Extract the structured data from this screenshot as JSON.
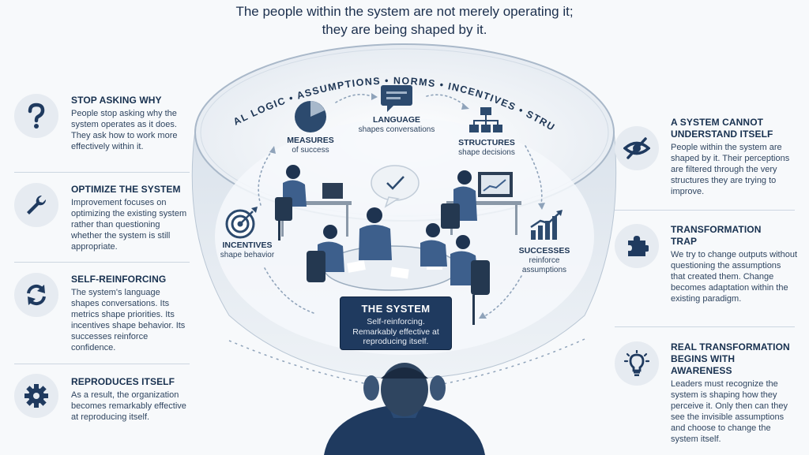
{
  "title": {
    "line1": "The people within the system are not merely operating it;",
    "line2": "they are being shaped by it."
  },
  "ring_label": "INTERNAL LOGIC • ASSUMPTIONS • NORMS • INCENTIVES • STRUCTURES",
  "nodes": {
    "measures": {
      "line1": "MEASURES",
      "line2": "of success"
    },
    "language": {
      "title": "LANGUAGE",
      "subtitle": "shapes conversations"
    },
    "structures": {
      "title": "STRUCTURES",
      "subtitle": "shape decisions"
    },
    "incentives": {
      "title": "INCENTIVES",
      "subtitle": "shape behavior"
    },
    "successes": {
      "title": "SUCCESSES",
      "line2": "reinforce",
      "line3": "assumptions"
    }
  },
  "system_box": {
    "title": "THE SYSTEM",
    "line1": "Self-reinforcing.",
    "line2": "Remarkably effective at",
    "line3": "reproducing itself."
  },
  "left_panels": [
    {
      "icon": "question-mark-icon",
      "heading": "STOP ASKING WHY",
      "body": "People stop asking why the system operates as it does. They ask how to work more effectively within it."
    },
    {
      "icon": "wrench-icon",
      "heading": "OPTIMIZE THE SYSTEM",
      "body": "Improvement focuses on optimizing the existing system rather than questioning whether the system is still appropriate."
    },
    {
      "icon": "refresh-cycle-icon",
      "heading": "SELF-REINFORCING",
      "body": "The system's language shapes conversations. Its metrics shape priorities. Its incentives shape behavior. Its successes reinforce confidence."
    },
    {
      "icon": "gear-icon",
      "heading": "REPRODUCES ITSELF",
      "body": "As a result, the organization becomes remarkably effective at reproducing itself."
    }
  ],
  "right_panels": [
    {
      "icon": "eye-slash-icon",
      "heading_line1": "A SYSTEM CANNOT",
      "heading_line2": "UNDERSTAND ITSELF",
      "body": "People within the system are shaped by it. Their perceptions are filtered through the very structures they are trying to improve."
    },
    {
      "icon": "puzzle-piece-icon",
      "heading_line1": "TRANSFORMATION",
      "heading_line2": "TRAP",
      "body": "We try to change outputs without questioning the assumptions that created them. Change becomes adaptation within the existing paradigm."
    },
    {
      "icon": "lightbulb-icon",
      "heading_line1": "REAL TRANSFORMATION",
      "heading_line2": "BEGINS WITH AWARENESS",
      "body": "Leaders must recognize the system is shaping how they perceive it. Only then can they see the invisible assumptions and choose to change the system itself."
    }
  ],
  "colors": {
    "navy": "#1f3a5f",
    "ink": "#1e3350",
    "pale": "#e6ebf1"
  }
}
